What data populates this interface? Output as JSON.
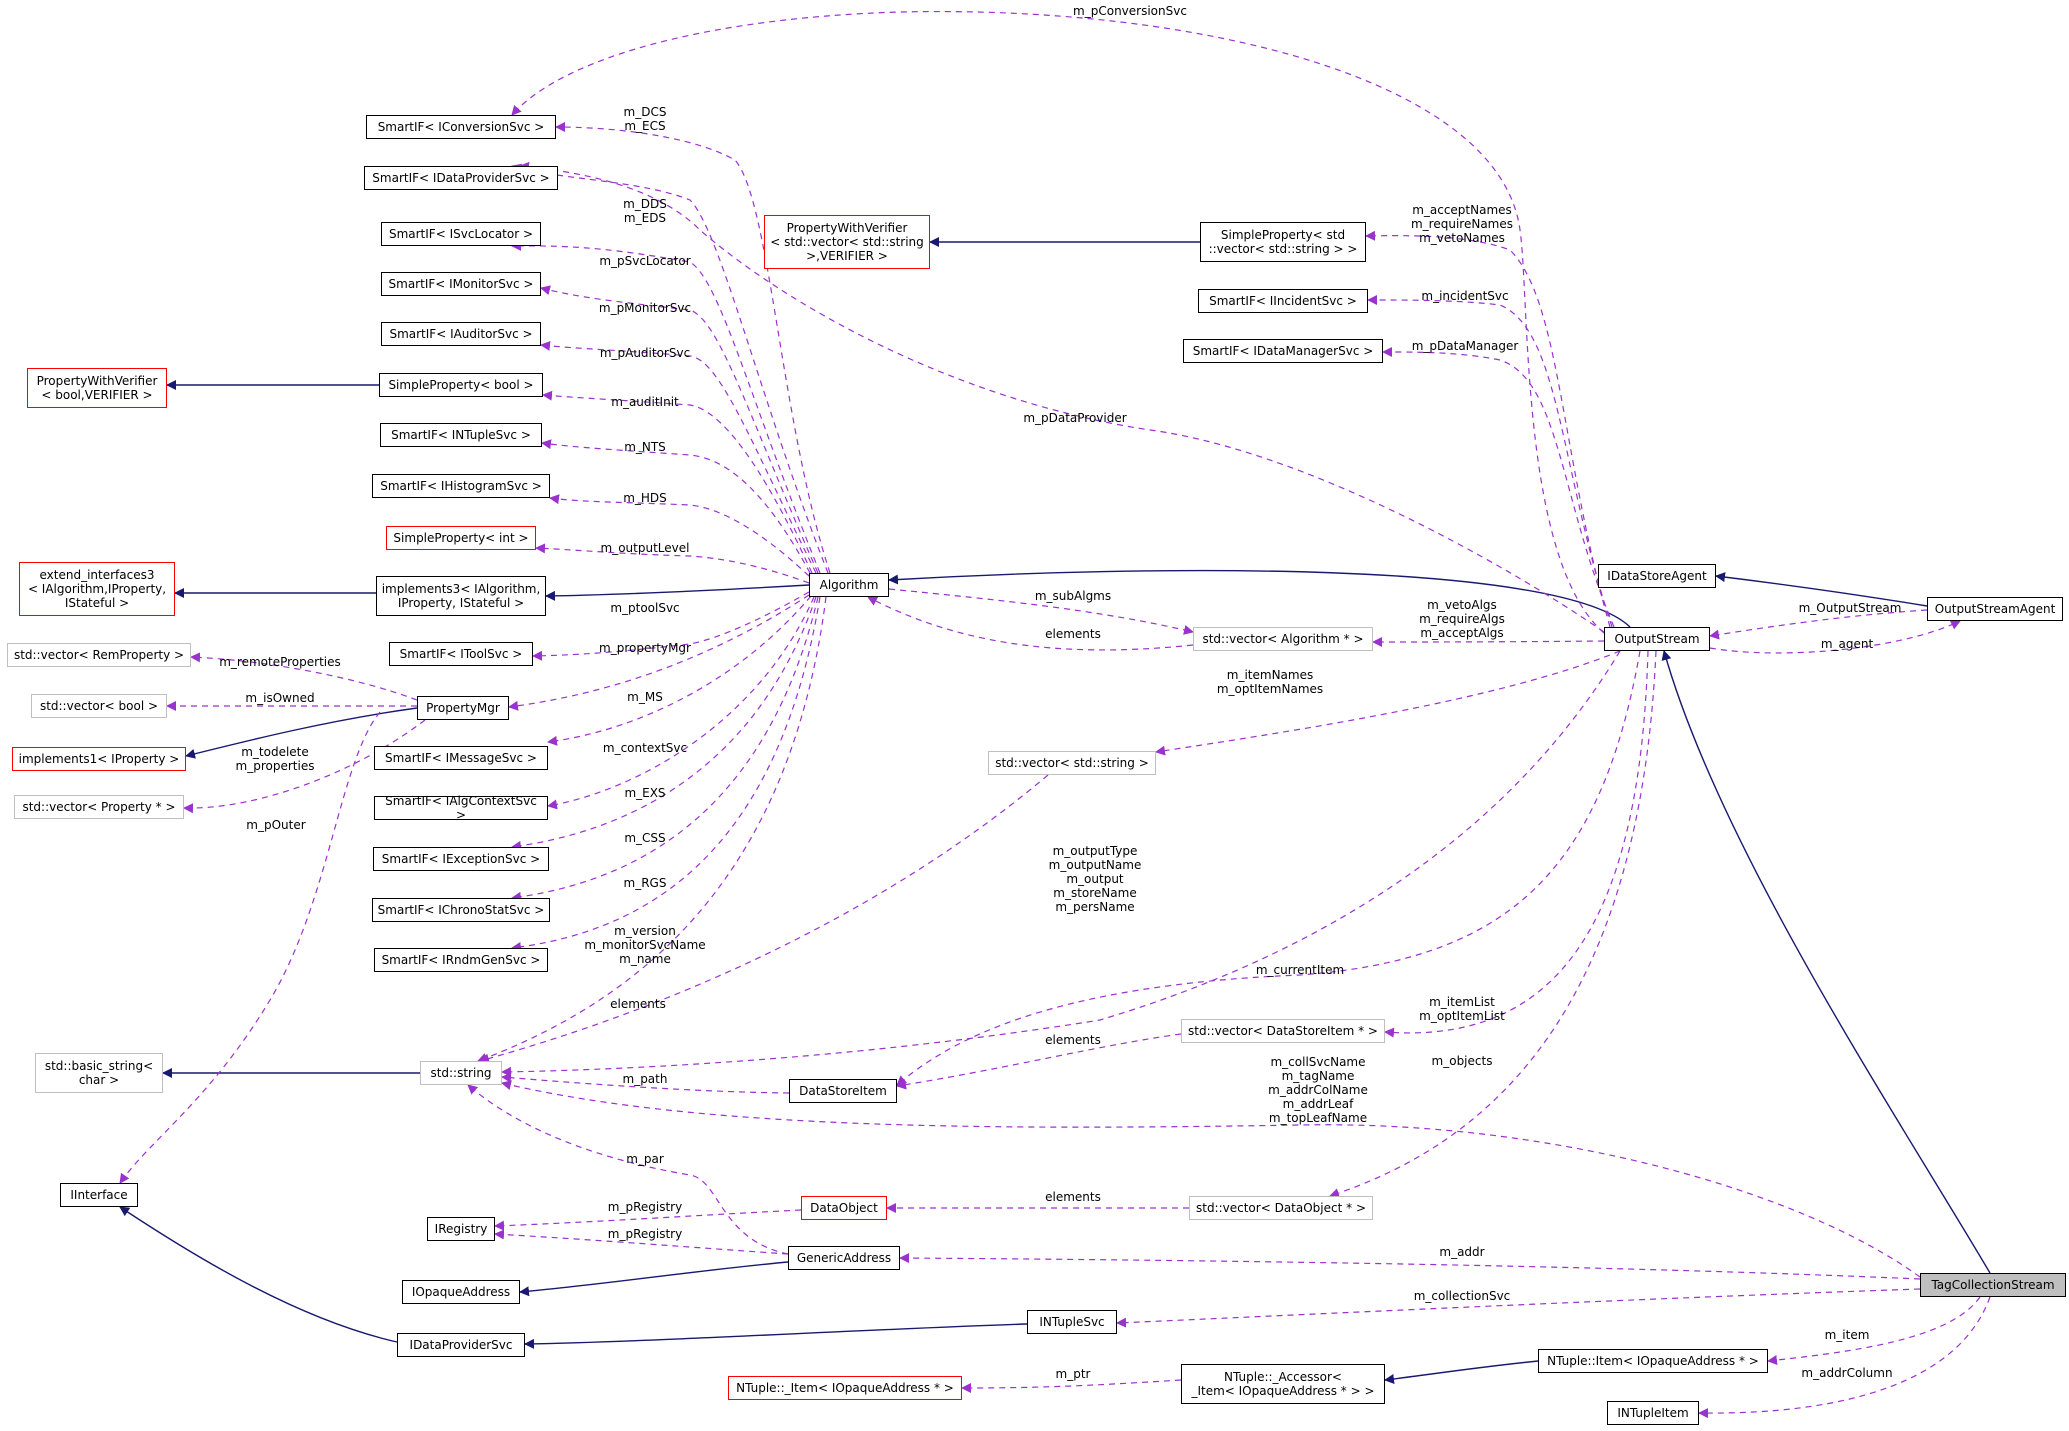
{
  "colors": {
    "inherit": "#191970",
    "usage": "#9a32cd",
    "box_black": "#000000",
    "box_red": "#ff0000",
    "box_gray": "#bfbfbf",
    "focus_fill": "#bfbfbf"
  },
  "nodes": [
    {
      "id": "sif_conv",
      "label": "SmartIF< IConversionSvc >",
      "border": "black"
    },
    {
      "id": "sif_dp",
      "label": "SmartIF< IDataProviderSvc >",
      "border": "black"
    },
    {
      "id": "sif_svcloc",
      "label": "SmartIF< ISvcLocator >",
      "border": "black"
    },
    {
      "id": "sif_mon",
      "label": "SmartIF< IMonitorSvc >",
      "border": "black"
    },
    {
      "id": "sif_aud",
      "label": "SmartIF< IAuditorSvc >",
      "border": "black"
    },
    {
      "id": "pwv_bool",
      "label": "PropertyWithVerifier\n< bool,VERIFIER >",
      "border": "red"
    },
    {
      "id": "sp_bool",
      "label": "SimpleProperty< bool >",
      "border": "black"
    },
    {
      "id": "sif_ntuple",
      "label": "SmartIF< INTupleSvc >",
      "border": "black"
    },
    {
      "id": "sif_hist",
      "label": "SmartIF< IHistogramSvc >",
      "border": "black"
    },
    {
      "id": "sp_int",
      "label": "SimpleProperty< int >",
      "border": "red"
    },
    {
      "id": "ext_if3",
      "label": "extend_interfaces3\n< IAlgorithm,IProperty,\n IStateful >",
      "border": "red"
    },
    {
      "id": "impl3",
      "label": "implements3< IAlgorithm,\n IProperty, IStateful >",
      "border": "black"
    },
    {
      "id": "sif_tool",
      "label": "SmartIF< IToolSvc >",
      "border": "black"
    },
    {
      "id": "vec_remprop",
      "label": "std::vector< RemProperty >",
      "border": "gray"
    },
    {
      "id": "vec_bool",
      "label": "std::vector< bool >",
      "border": "gray"
    },
    {
      "id": "propmgr",
      "label": "PropertyMgr",
      "border": "black"
    },
    {
      "id": "impl1",
      "label": "implements1< IProperty >",
      "border": "red"
    },
    {
      "id": "sif_msg",
      "label": "SmartIF< IMessageSvc >",
      "border": "black"
    },
    {
      "id": "sif_algctx",
      "label": "SmartIF< IAlgContextSvc >",
      "border": "black"
    },
    {
      "id": "vec_prop",
      "label": "std::vector< Property * >",
      "border": "gray"
    },
    {
      "id": "sif_exc",
      "label": "SmartIF< IExceptionSvc >",
      "border": "black"
    },
    {
      "id": "sif_chrono",
      "label": "SmartIF< IChronoStatSvc >",
      "border": "black"
    },
    {
      "id": "sif_rndm",
      "label": "SmartIF< IRndmGenSvc >",
      "border": "black"
    },
    {
      "id": "algorithm",
      "label": "Algorithm",
      "border": "black"
    },
    {
      "id": "pwv_vec",
      "label": "PropertyWithVerifier\n< std::vector< std::string\n >,VERIFIER >",
      "border": "red"
    },
    {
      "id": "sp_vecstr",
      "label": "SimpleProperty< std\n::vector< std::string > >",
      "border": "black"
    },
    {
      "id": "sif_incident",
      "label": "SmartIF< IIncidentSvc >",
      "border": "black"
    },
    {
      "id": "sif_dm",
      "label": "SmartIF< IDataManagerSvc >",
      "border": "black"
    },
    {
      "id": "idsa",
      "label": "IDataStoreAgent",
      "border": "black"
    },
    {
      "id": "outstream",
      "label": "OutputStream",
      "border": "black"
    },
    {
      "id": "osagent",
      "label": "OutputStreamAgent",
      "border": "black"
    },
    {
      "id": "vec_alg",
      "label": "std::vector< Algorithm * >",
      "border": "gray"
    },
    {
      "id": "vec_str",
      "label": "std::vector< std::string >",
      "border": "gray"
    },
    {
      "id": "basic_str",
      "label": "std::basic_string<\n char >",
      "border": "gray"
    },
    {
      "id": "stdstring",
      "label": "std::string",
      "border": "gray"
    },
    {
      "id": "vec_dsi",
      "label": "std::vector< DataStoreItem * >",
      "border": "gray"
    },
    {
      "id": "dsi",
      "label": "DataStoreItem",
      "border": "black"
    },
    {
      "id": "iinterface",
      "label": "IInterface",
      "border": "black"
    },
    {
      "id": "iregistry",
      "label": "IRegistry",
      "border": "black"
    },
    {
      "id": "dataobject",
      "label": "DataObject",
      "border": "red"
    },
    {
      "id": "vec_do",
      "label": "std::vector< DataObject * >",
      "border": "gray"
    },
    {
      "id": "genaddr",
      "label": "GenericAddress",
      "border": "black"
    },
    {
      "id": "iopaque",
      "label": "IOpaqueAddress",
      "border": "black"
    },
    {
      "id": "tagcoll",
      "label": "TagCollectionStream",
      "border": "black",
      "focus": true
    },
    {
      "id": "intuplesvc",
      "label": "INTupleSvc",
      "border": "black"
    },
    {
      "id": "idps",
      "label": "IDataProviderSvc",
      "border": "black"
    },
    {
      "id": "nt_item",
      "label": "NTuple::Item< IOpaqueAddress * >",
      "border": "black"
    },
    {
      "id": "nt_acc",
      "label": "NTuple::_Accessor<\n _Item< IOpaqueAddress * > >",
      "border": "black"
    },
    {
      "id": "nt_item_",
      "label": "NTuple::_Item< IOpaqueAddress * >",
      "border": "red"
    },
    {
      "id": "intupleitem",
      "label": "INTupleItem",
      "border": "black"
    }
  ],
  "edge_labels": {
    "conv": "m_pConversionSvc",
    "dcs_ecs": "m_DCS\nm_ECS",
    "dds_eds": "m_DDS\nm_EDS",
    "svcloc": "m_pSvcLocator",
    "mon": "m_pMonitorSvc",
    "aud": "m_pAuditorSvc",
    "auditinit": "m_auditInit",
    "nts": "m_NTS",
    "hds": "m_HDS",
    "outlevel": "m_outputLevel",
    "ptool": "m_ptoolSvc",
    "propmgr": "m_propertyMgr",
    "remote": "m_remoteProperties",
    "isowned": "m_isOwned",
    "todelete": "m_todelete\nm_properties",
    "pouter": "m_pOuter",
    "ms": "m_MS",
    "ctx": "m_contextSvc",
    "exs": "m_EXS",
    "css": "m_CSS",
    "rgs": "m_RGS",
    "version": "m_version\nm_monitorSvcName\nm_name",
    "dataprov": "m_pDataProvider",
    "subalgms": "m_subAlgms",
    "alg_elements": "elements",
    "names": "m_acceptNames\nm_requireNames\nm_vetoNames",
    "incident": "m_incidentSvc",
    "datamgr": "m_pDataManager",
    "veto_algs": "m_vetoAlgs\nm_requireAlgs\nm_acceptAlgs",
    "item_names": "m_itemNames\nm_optItemNames",
    "os_out": "m_OutputStream",
    "agent": "m_agent",
    "out_type": "m_outputType\nm_outputName\nm_output\nm_storeName\nm_persName",
    "cur_item": "m_currentItem",
    "vs_elements": "elements",
    "item_list": "m_itemList\nm_optItemList",
    "dsi_elements": "elements",
    "path": "m_path",
    "objects": "m_objects",
    "coll": "m_collSvcName\nm_tagName\nm_addrColName\nm_addrLeaf\nm_topLeafName",
    "par": "m_par",
    "preg1": "m_pRegistry",
    "preg2": "m_pRegistry",
    "do_elements": "elements",
    "addr": "m_addr",
    "collsvc": "m_collectionSvc",
    "item": "m_item",
    "ptr": "m_ptr",
    "addrcol": "m_addrColumn"
  }
}
